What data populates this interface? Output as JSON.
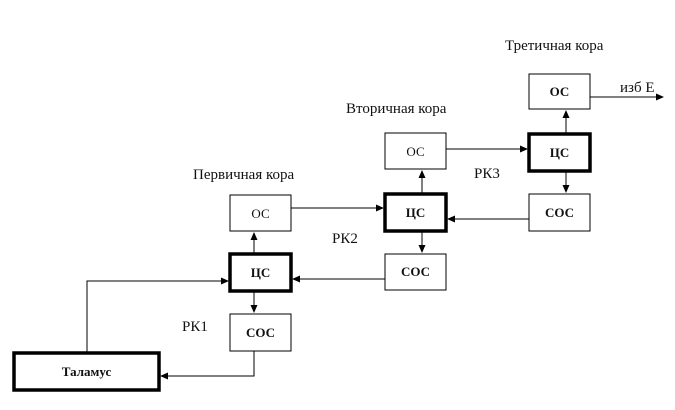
{
  "headings": {
    "primary_cortex": "Первичная кора",
    "secondary_cortex": "Вторичная кора",
    "tertiary_cortex": "Третичная кора"
  },
  "blocks": {
    "os": "ОС",
    "cs": "ЦС",
    "sos": "СОС",
    "thalamus": "Таламус"
  },
  "relay_labels": {
    "rk1": "РК1",
    "rk2": "РК2",
    "rk3": "РК3"
  },
  "output_label": "изб Е"
}
